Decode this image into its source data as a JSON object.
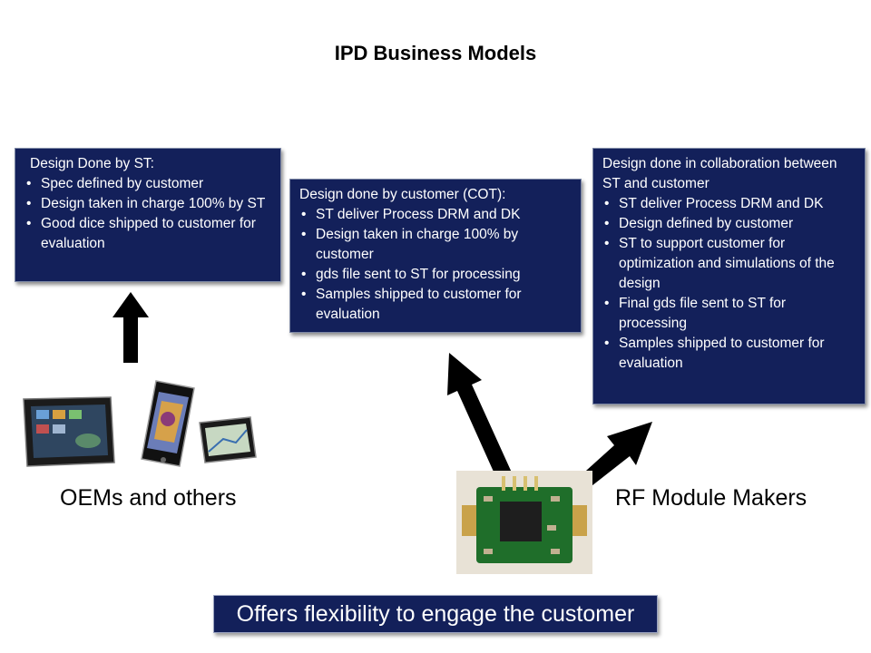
{
  "title": "IPD Business Models",
  "boxes": {
    "st": {
      "heading": "Design Done by ST:",
      "items": [
        "Spec defined by customer",
        "Design taken in charge 100% by ST",
        "Good dice shipped to customer for evaluation"
      ]
    },
    "cot": {
      "heading": "Design done by customer (COT):",
      "items": [
        "ST deliver Process DRM and DK",
        "Design taken in charge 100% by customer",
        "gds file sent to ST for processing",
        "Samples shipped to customer for evaluation"
      ]
    },
    "collab": {
      "heading": "Design done in collaboration between ST and customer",
      "items": [
        "ST deliver Process DRM and DK",
        "Design defined by customer",
        "ST to support customer for optimization and simulations of the design",
        "Final gds file sent to ST for processing",
        "Samples shipped to customer for evaluation"
      ]
    }
  },
  "labels": {
    "oem": "OEMs and others",
    "rf": "RF Module Makers"
  },
  "banner": "Offers flexibility to engage the customer",
  "colors": {
    "box_fill": "#13205a",
    "arrow": "#000000",
    "pcb_green": "#1f6e2a"
  }
}
